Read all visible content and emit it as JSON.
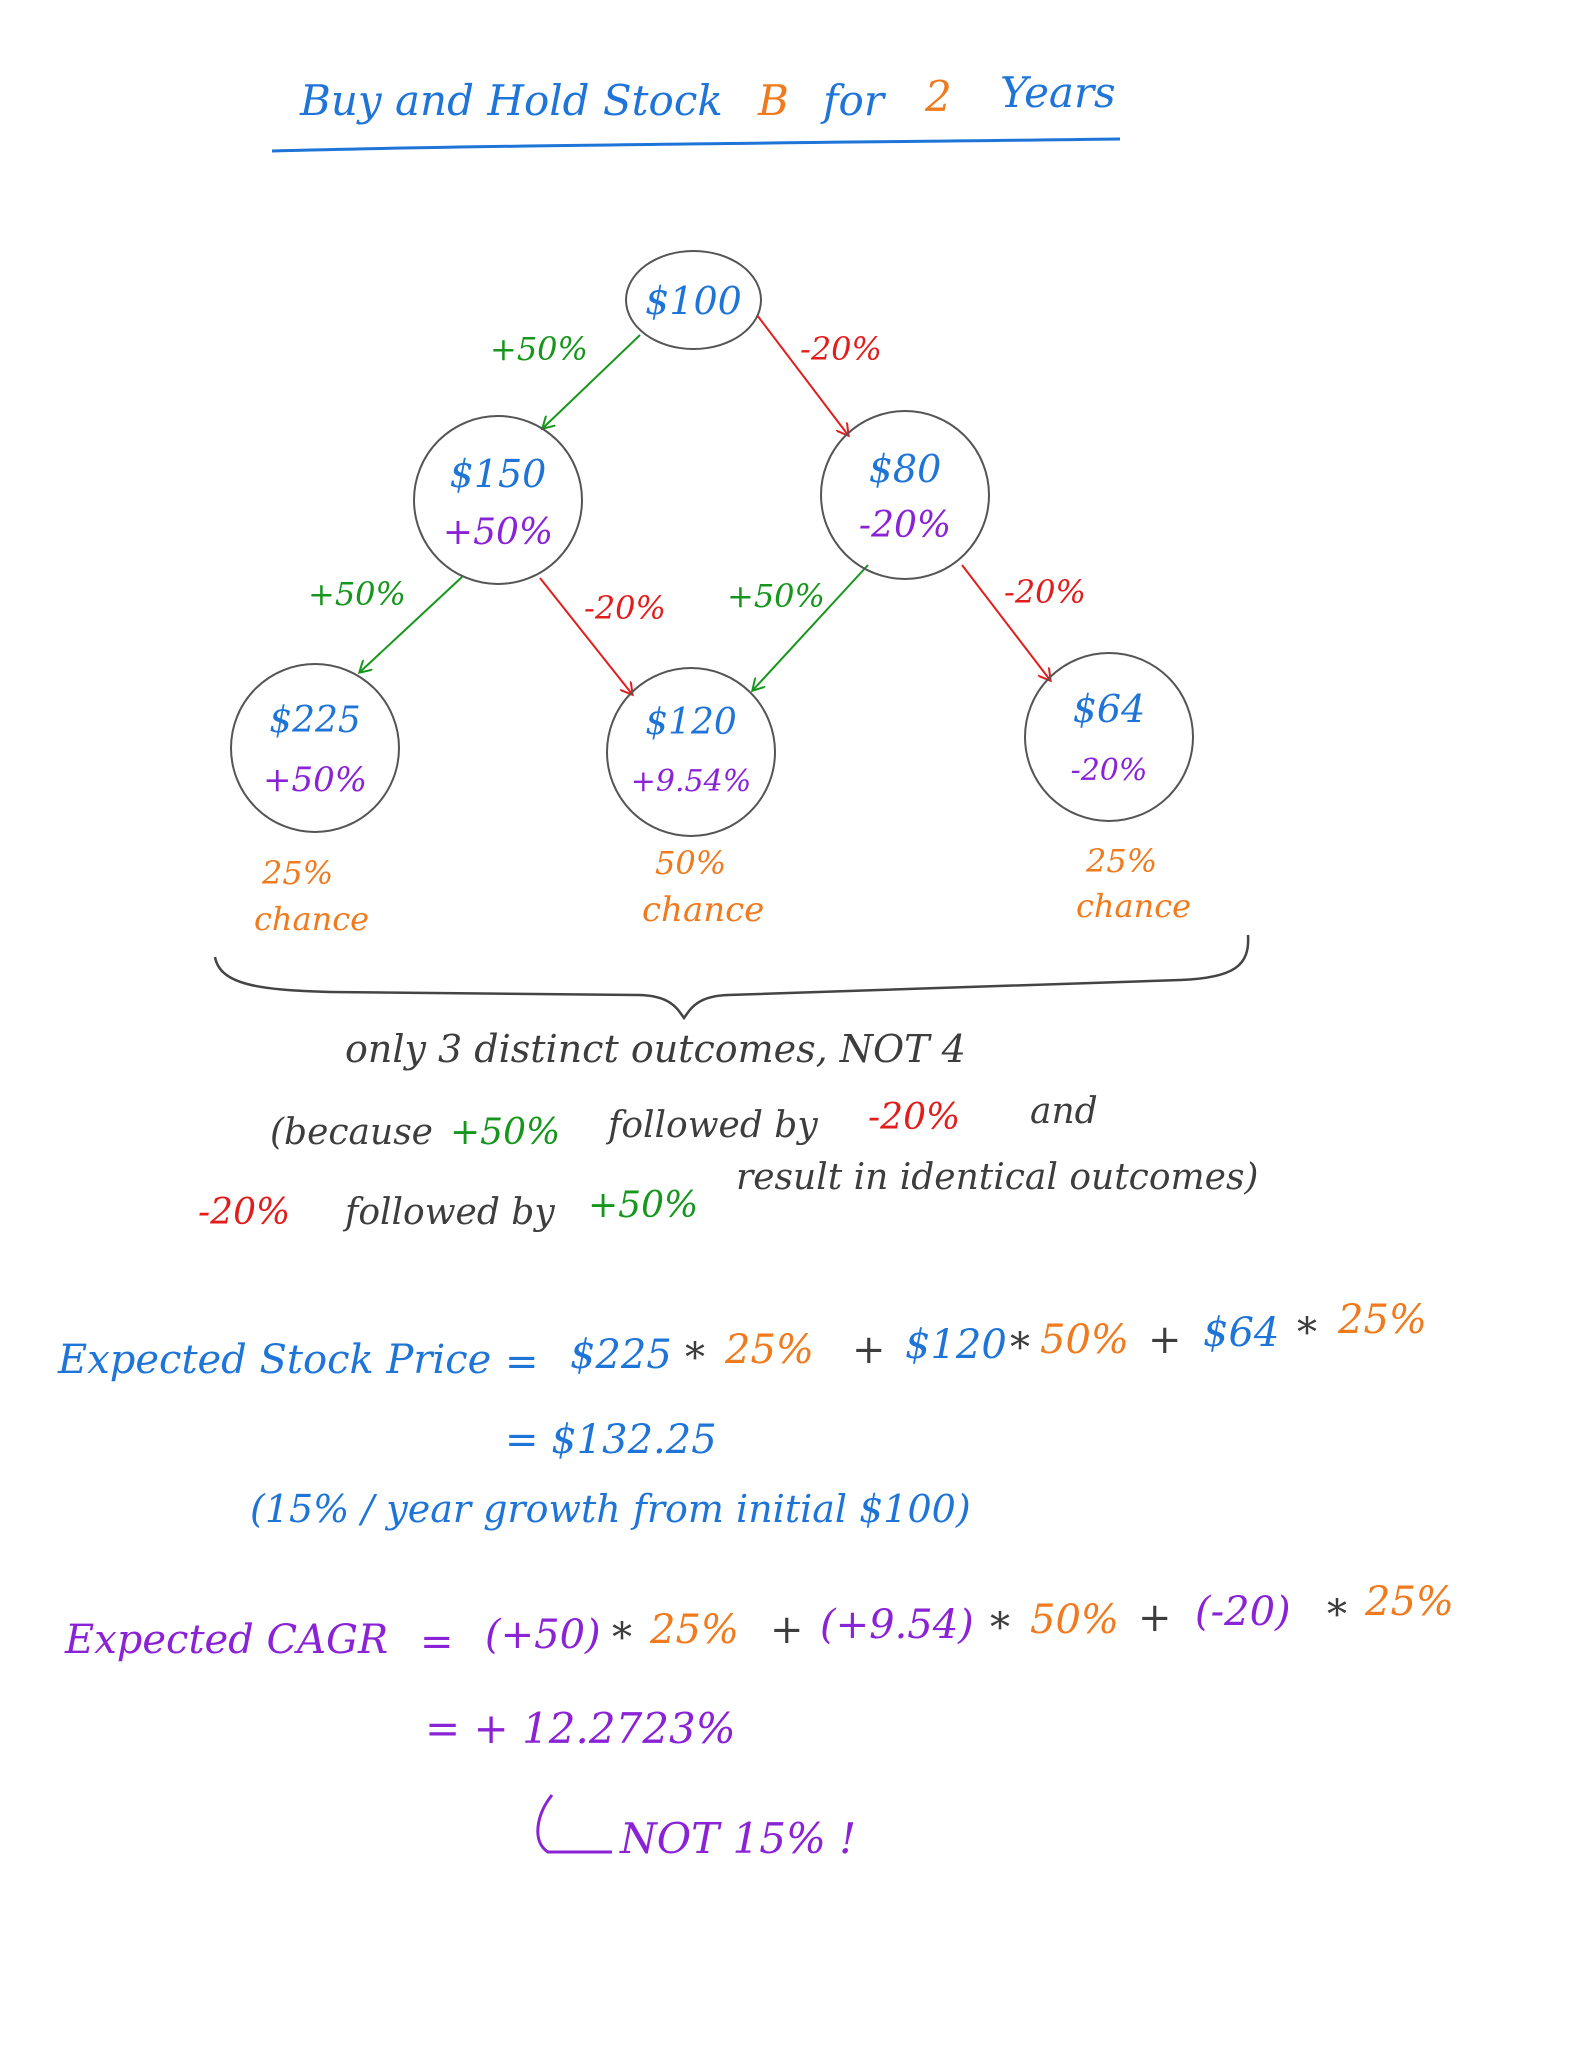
{
  "title": {
    "part1": "Buy and Hold Stock",
    "stock": "B",
    "part2": "for",
    "years": "2",
    "part3": "Years"
  },
  "tree": {
    "root": {
      "value": "$100"
    },
    "n150": {
      "value": "$150",
      "cagr": "+50%"
    },
    "n80": {
      "value": "$80",
      "cagr": "-20%"
    },
    "n225": {
      "value": "$225",
      "cagr": "+50%",
      "chance": [
        "25%",
        "chance"
      ]
    },
    "n120": {
      "value": "$120",
      "cagr": "+9.54%",
      "chance": [
        "50%",
        "chance"
      ]
    },
    "n64": {
      "value": "$64",
      "cagr": "-20%",
      "chance": [
        "25%",
        "chance"
      ]
    },
    "edges": {
      "root_150": "+50%",
      "root_80": "-20%",
      "n150_225": "+50%",
      "n150_120": "-20%",
      "n80_120": "+50%",
      "n80_64": "-20%"
    }
  },
  "note": {
    "line1": "only 3 distinct outcomes, NOT 4",
    "line2_a": "(because",
    "line2_b": "+50%",
    "line2_c": "followed by",
    "line2_d": "-20%",
    "line2_e": "and",
    "line3_a": "-20%",
    "line3_b": "followed by",
    "line3_c": "+50%",
    "line3_d": "result in identical outcomes)"
  },
  "price": {
    "label": "Expected Stock Price",
    "eq": "=",
    "t1": "$225",
    "p1": "25%",
    "t2": "$120",
    "p2": "50%",
    "t3": "$64",
    "p3": "25%",
    "star": "*",
    "plus": "+",
    "result": "= $132.25",
    "growth": "(15% / year growth from initial $100)"
  },
  "cagr": {
    "label": "Expected CAGR",
    "eq": "=",
    "t1": "(+50)",
    "p1": "25%",
    "t2": "(+9.54)",
    "p2": "50%",
    "t3": "(-20)",
    "p3": "25%",
    "star": "*",
    "plus": "+",
    "result": "= + 12.2723%",
    "not_label": "NOT 15% !"
  },
  "colors": {
    "blue": "#1f74d8",
    "orange": "#f07a1e",
    "green": "#16961c",
    "red": "#e11d1d",
    "purple": "#8a22d6",
    "gray": "#3d3d3d"
  }
}
